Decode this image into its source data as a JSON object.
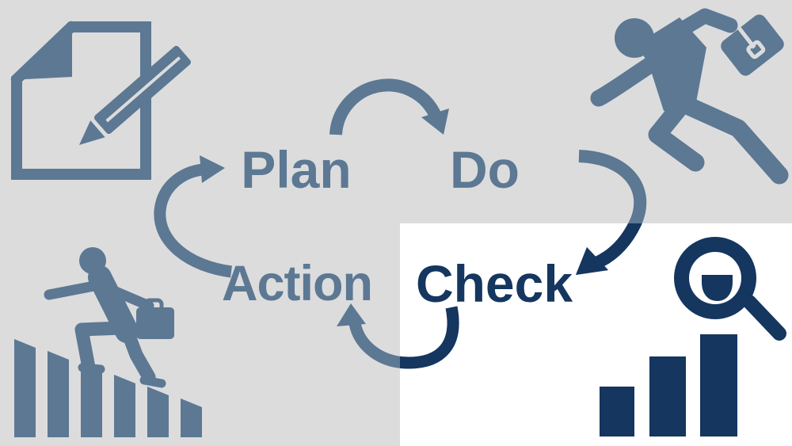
{
  "diagram": {
    "name": "PDCA cycle",
    "type": "cycle-diagram",
    "background_color": "#dcdcdd",
    "highlight_panel_color": "#ffffff",
    "steps": [
      {
        "id": "plan",
        "label": "Plan",
        "color": "#5c7893",
        "highlighted": false
      },
      {
        "id": "do",
        "label": "Do",
        "color": "#5c7893",
        "highlighted": false
      },
      {
        "id": "check",
        "label": "Check",
        "color": "#14365f",
        "highlighted": true
      },
      {
        "id": "action",
        "label": "Action",
        "color": "#5c7893",
        "highlighted": false
      }
    ],
    "arrows": [
      {
        "name": "arrow-plan-to-do",
        "from": "Plan",
        "to": "Do",
        "color": "#5c7893"
      },
      {
        "name": "arrow-do-to-check",
        "from": "Do",
        "to": "Check",
        "color": "#5c7893 / #14365f"
      },
      {
        "name": "arrow-check-to-action",
        "from": "Check",
        "to": "Action",
        "color": "#14365f / #5c7893"
      },
      {
        "name": "arrow-action-to-plan",
        "from": "Action",
        "to": "Plan",
        "color": "#5c7893"
      }
    ],
    "icons": [
      {
        "name": "document-pencil-icon",
        "position": "top-left",
        "color": "#5c7893"
      },
      {
        "name": "running-businessman-icon",
        "position": "top-right",
        "color": "#5c7893"
      },
      {
        "name": "climbing-businessman-bars-icon",
        "position": "bottom-left",
        "color": "#5c7893"
      },
      {
        "name": "magnifier-bar-chart-icon",
        "position": "bottom-right",
        "color": "#14365f"
      }
    ]
  }
}
